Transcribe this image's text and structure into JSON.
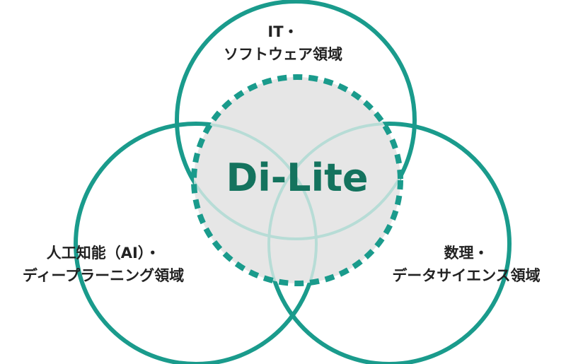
{
  "diagram": {
    "center_title": "Di-Lite",
    "circles": [
      {
        "id": "top",
        "lines": [
          "IT・",
          "ソフトウェア領域"
        ]
      },
      {
        "id": "left",
        "lines": [
          "人工知能（AI）・",
          "ディープラーニング領域"
        ]
      },
      {
        "id": "right",
        "lines": [
          "数理・",
          "データサイエンス領域"
        ]
      }
    ],
    "colors": {
      "circle_stroke": "#1a9b8c",
      "overlap_stroke": "#b7dcd6",
      "center_fill": "#e6e6e6",
      "center_text": "#14735e"
    }
  }
}
